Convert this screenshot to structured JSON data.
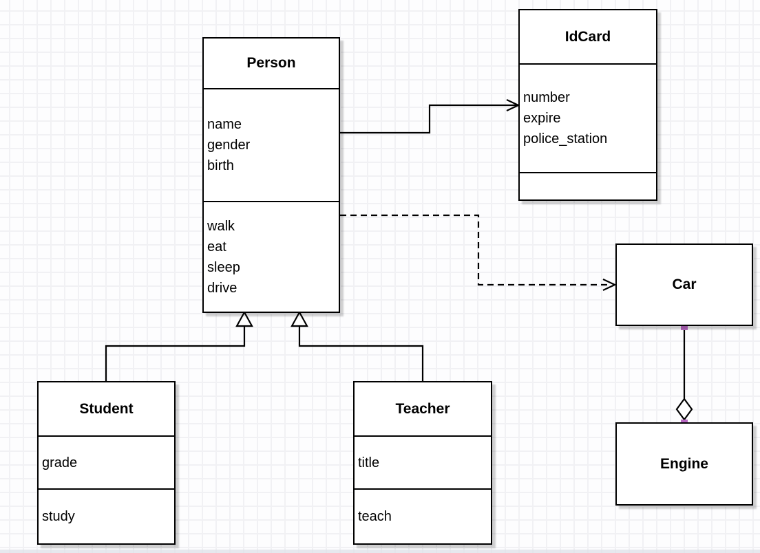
{
  "diagram": {
    "type": "uml-class-diagram",
    "classes": {
      "person": {
        "name": "Person",
        "attributes": [
          "name",
          "gender",
          "birth"
        ],
        "methods": [
          "walk",
          "eat",
          "sleep",
          "drive"
        ]
      },
      "idcard": {
        "name": "IdCard",
        "attributes": [
          "number",
          "expire",
          "police_station"
        ],
        "methods": []
      },
      "car": {
        "name": "Car",
        "attributes": [],
        "methods": []
      },
      "engine": {
        "name": "Engine",
        "attributes": [],
        "methods": []
      },
      "student": {
        "name": "Student",
        "attributes": [
          "grade"
        ],
        "methods": [
          "study"
        ]
      },
      "teacher": {
        "name": "Teacher",
        "attributes": [
          "title"
        ],
        "methods": [
          "teach"
        ]
      }
    },
    "relationships": [
      {
        "from": "Person",
        "to": "IdCard",
        "type": "association",
        "line_style": "solid",
        "head": "open-arrow"
      },
      {
        "from": "Person",
        "to": "Car",
        "type": "dependency",
        "line_style": "dashed",
        "head": "open-arrow"
      },
      {
        "from": "Student",
        "to": "Person",
        "type": "generalization",
        "line_style": "solid",
        "head": "hollow-triangle"
      },
      {
        "from": "Teacher",
        "to": "Person",
        "type": "generalization",
        "line_style": "solid",
        "head": "hollow-triangle"
      },
      {
        "from": "Car",
        "to": "Engine",
        "type": "aggregation",
        "line_style": "solid",
        "head": "hollow-diamond",
        "endpoint_markers": "purple-squares"
      }
    ],
    "colors": {
      "shape_fill": "#ffffff",
      "shape_border": "#000000",
      "connector": "#000000",
      "connection_marker": "#b868c2",
      "grid_line": "#f1f1f4",
      "canvas_background": "#fdfdfe",
      "shadow": "#cccccc"
    }
  }
}
